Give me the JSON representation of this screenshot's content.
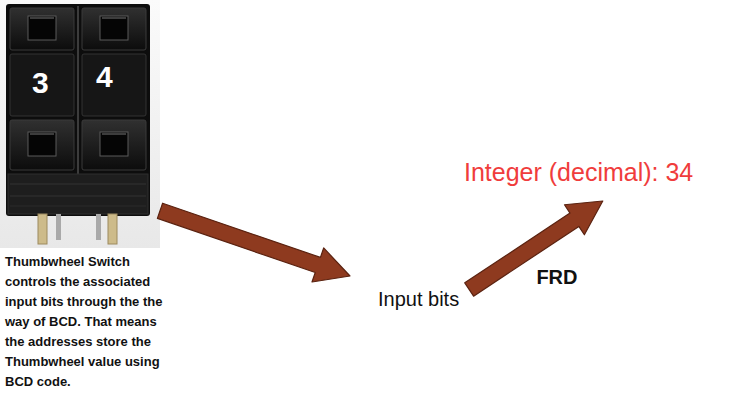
{
  "diagram": {
    "nodes": [
      {
        "text": [
          "3",
          "4",
          "Thumbwheel Switch controls the associated input bits through the the way of BCD. That means the addresses store the Thumbwheel value using BCD code."
        ]
      },
      {
        "text": [
          "Input bits"
        ]
      },
      {
        "text": [
          "Integer (decimal): 34"
        ]
      }
    ],
    "edges": [
      {
        "from": 0,
        "to": 1,
        "arrow": "to"
      },
      {
        "from": 1,
        "to": 2,
        "label": "FRD",
        "arrow": "to"
      }
    ]
  }
}
